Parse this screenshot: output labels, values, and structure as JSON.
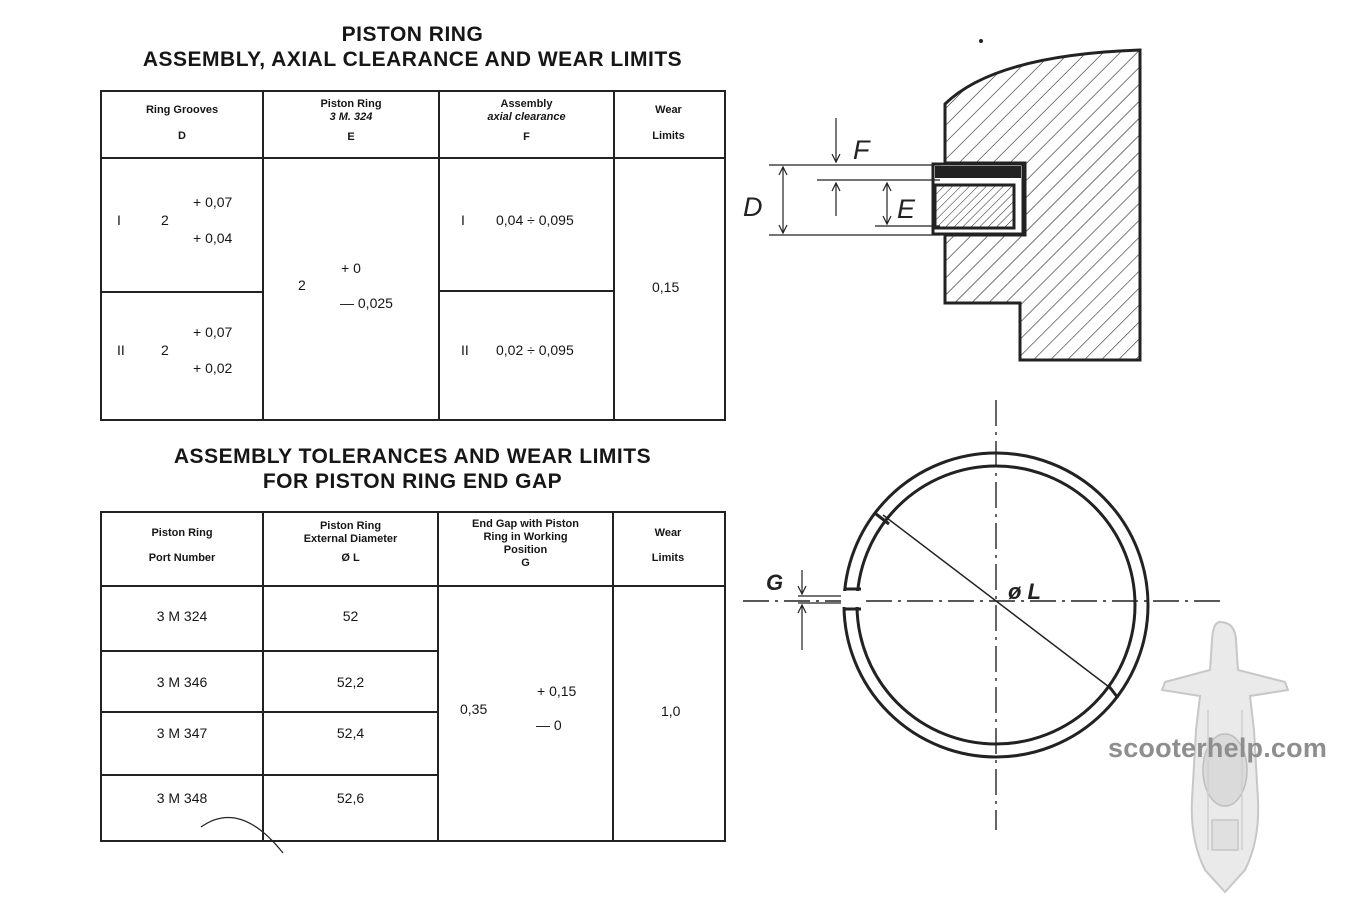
{
  "table1": {
    "title_line1": "PISTON RING",
    "title_line2": "ASSEMBLY, AXIAL CLEARANCE AND WEAR LIMITS",
    "headers": {
      "grooves": "Ring Grooves",
      "grooves_sym": "D",
      "ring": "Piston Ring",
      "ring_sub": "3 M. 324",
      "ring_sym": "E",
      "assembly": "Assembly",
      "assembly_sub": "axial clearance",
      "assembly_sym": "F",
      "wear": "Wear",
      "wear2": "Limits"
    },
    "row1": {
      "label": "I",
      "nominal": "2",
      "tol_upper": "+ 0,07",
      "tol_lower": "+ 0,04",
      "clear_label": "I",
      "clearance": "0,04 ÷ 0,095"
    },
    "row2": {
      "label": "II",
      "nominal": "2",
      "tol_upper": "+ 0,07",
      "tol_lower": "+ 0,02",
      "clear_label": "II",
      "clearance": "0,02 ÷ 0,095"
    },
    "ring_nominal": "2",
    "ring_tol_upper": "+ 0",
    "ring_tol_lower": "— 0,025",
    "wear_value": "0,15"
  },
  "table2": {
    "title_line1": "ASSEMBLY TOLERANCES AND WEAR LIMITS",
    "title_line2": "FOR PISTON RING END GAP",
    "headers": {
      "part": "Piston  Ring",
      "part2": "Port Number",
      "diam": "Piston  Ring",
      "diam2": "External Diameter",
      "diam_sym": "Ø  L",
      "gap": "End Gap with Piston",
      "gap2": "Ring in Working",
      "gap3": "Position",
      "gap_sym": "G",
      "wear": "Wear",
      "wear2": "Limits"
    },
    "rows": [
      {
        "part": "3  M  324",
        "diam": "52"
      },
      {
        "part": "3  M  346",
        "diam": "52,2"
      },
      {
        "part": "3  M  347",
        "diam": "52,4"
      },
      {
        "part": "3  M  348",
        "diam": "52,6"
      }
    ],
    "gap_nominal": "0,35",
    "gap_tol_upper": "+ 0,15",
    "gap_tol_lower": "— 0",
    "wear_value": "1,0"
  },
  "diagram1": {
    "label_f": "F",
    "label_d": "D",
    "label_e": "E"
  },
  "diagram2": {
    "label_g": "G",
    "label_l": "ø L"
  },
  "watermark": {
    "text": "scooterhelp.com"
  }
}
